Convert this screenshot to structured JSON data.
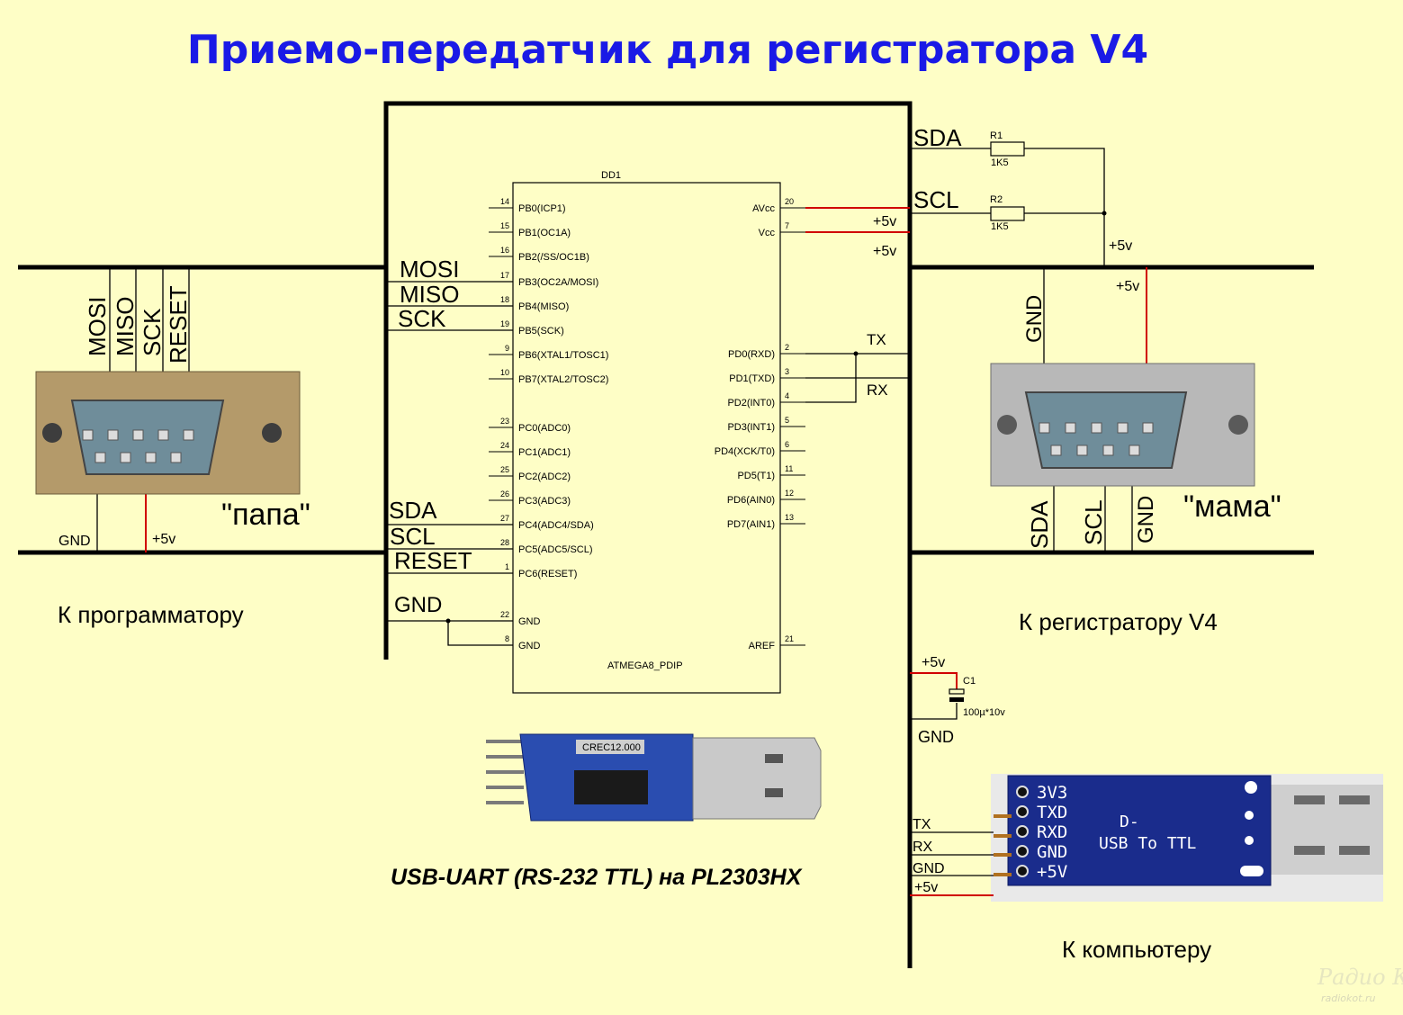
{
  "title": "Приемо-передатчик для регистратора V4",
  "chip": {
    "ref": "DD1",
    "name": "ATMEGA8_PDIP",
    "left_pins": [
      {
        "num": "14",
        "name": "PB0(ICP1)"
      },
      {
        "num": "15",
        "name": "PB1(OC1A)"
      },
      {
        "num": "16",
        "name": "PB2(/SS/OC1B)"
      },
      {
        "num": "17",
        "name": "PB3(OC2A/MOSI)"
      },
      {
        "num": "18",
        "name": "PB4(MISO)"
      },
      {
        "num": "19",
        "name": "PB5(SCK)"
      },
      {
        "num": "9",
        "name": "PB6(XTAL1/TOSC1)"
      },
      {
        "num": "10",
        "name": "PB7(XTAL2/TOSC2)"
      },
      {
        "num": "23",
        "name": "PC0(ADC0)"
      },
      {
        "num": "24",
        "name": "PC1(ADC1)"
      },
      {
        "num": "25",
        "name": "PC2(ADC2)"
      },
      {
        "num": "26",
        "name": "PC3(ADC3)"
      },
      {
        "num": "27",
        "name": "PC4(ADC4/SDA)"
      },
      {
        "num": "28",
        "name": "PC5(ADC5/SCL)"
      },
      {
        "num": "1",
        "name": "PC6(RESET)"
      },
      {
        "num": "22",
        "name": "GND"
      },
      {
        "num": "8",
        "name": "GND"
      }
    ],
    "right_pins": [
      {
        "num": "20",
        "name": "AVcc"
      },
      {
        "num": "7",
        "name": "Vcc"
      },
      {
        "num": "2",
        "name": "PD0(RXD)"
      },
      {
        "num": "3",
        "name": "PD1(TXD)"
      },
      {
        "num": "4",
        "name": "PD2(INT0)"
      },
      {
        "num": "5",
        "name": "PD3(INT1)"
      },
      {
        "num": "6",
        "name": "PD4(XCK/T0)"
      },
      {
        "num": "11",
        "name": "PD5(T1)"
      },
      {
        "num": "12",
        "name": "PD6(AIN0)"
      },
      {
        "num": "13",
        "name": "PD7(AIN1)"
      },
      {
        "num": "21",
        "name": "AREF"
      }
    ]
  },
  "nets": {
    "mosi": "MOSI",
    "miso": "MISO",
    "sck": "SCK",
    "reset": "RESET",
    "sda": "SDA",
    "scl": "SCL",
    "gnd": "GND",
    "vcc": "+5v",
    "tx": "TX",
    "rx": "RX"
  },
  "resistors": [
    {
      "ref": "R1",
      "value": "1K5"
    },
    {
      "ref": "R2",
      "value": "1K5"
    }
  ],
  "capacitor": {
    "ref": "C1",
    "value": "100µ*10v"
  },
  "connectors": {
    "papa_label": "\"папа\"",
    "mama_label": "\"мама\"",
    "programmer_caption": "К программатору",
    "logger_caption": "К регистратору V4",
    "computer_caption": "К компьютеру"
  },
  "usb_module": {
    "caption": "USB-UART (RS-232 TTL) на PL2303HX",
    "chip_mark": "CREC12.000",
    "board_text": "D-\nUSB To TTL",
    "pins": [
      "3V3",
      "TXD",
      "RXD",
      "GND",
      "+5V"
    ]
  },
  "watermark": {
    "line1": "Радио КОТ",
    "line2": "radiokot.ru"
  },
  "colors": {
    "background": "#fefec6",
    "title": "#1a1ae6",
    "power_wire": "#d00000",
    "board": "#1a2c8c"
  }
}
